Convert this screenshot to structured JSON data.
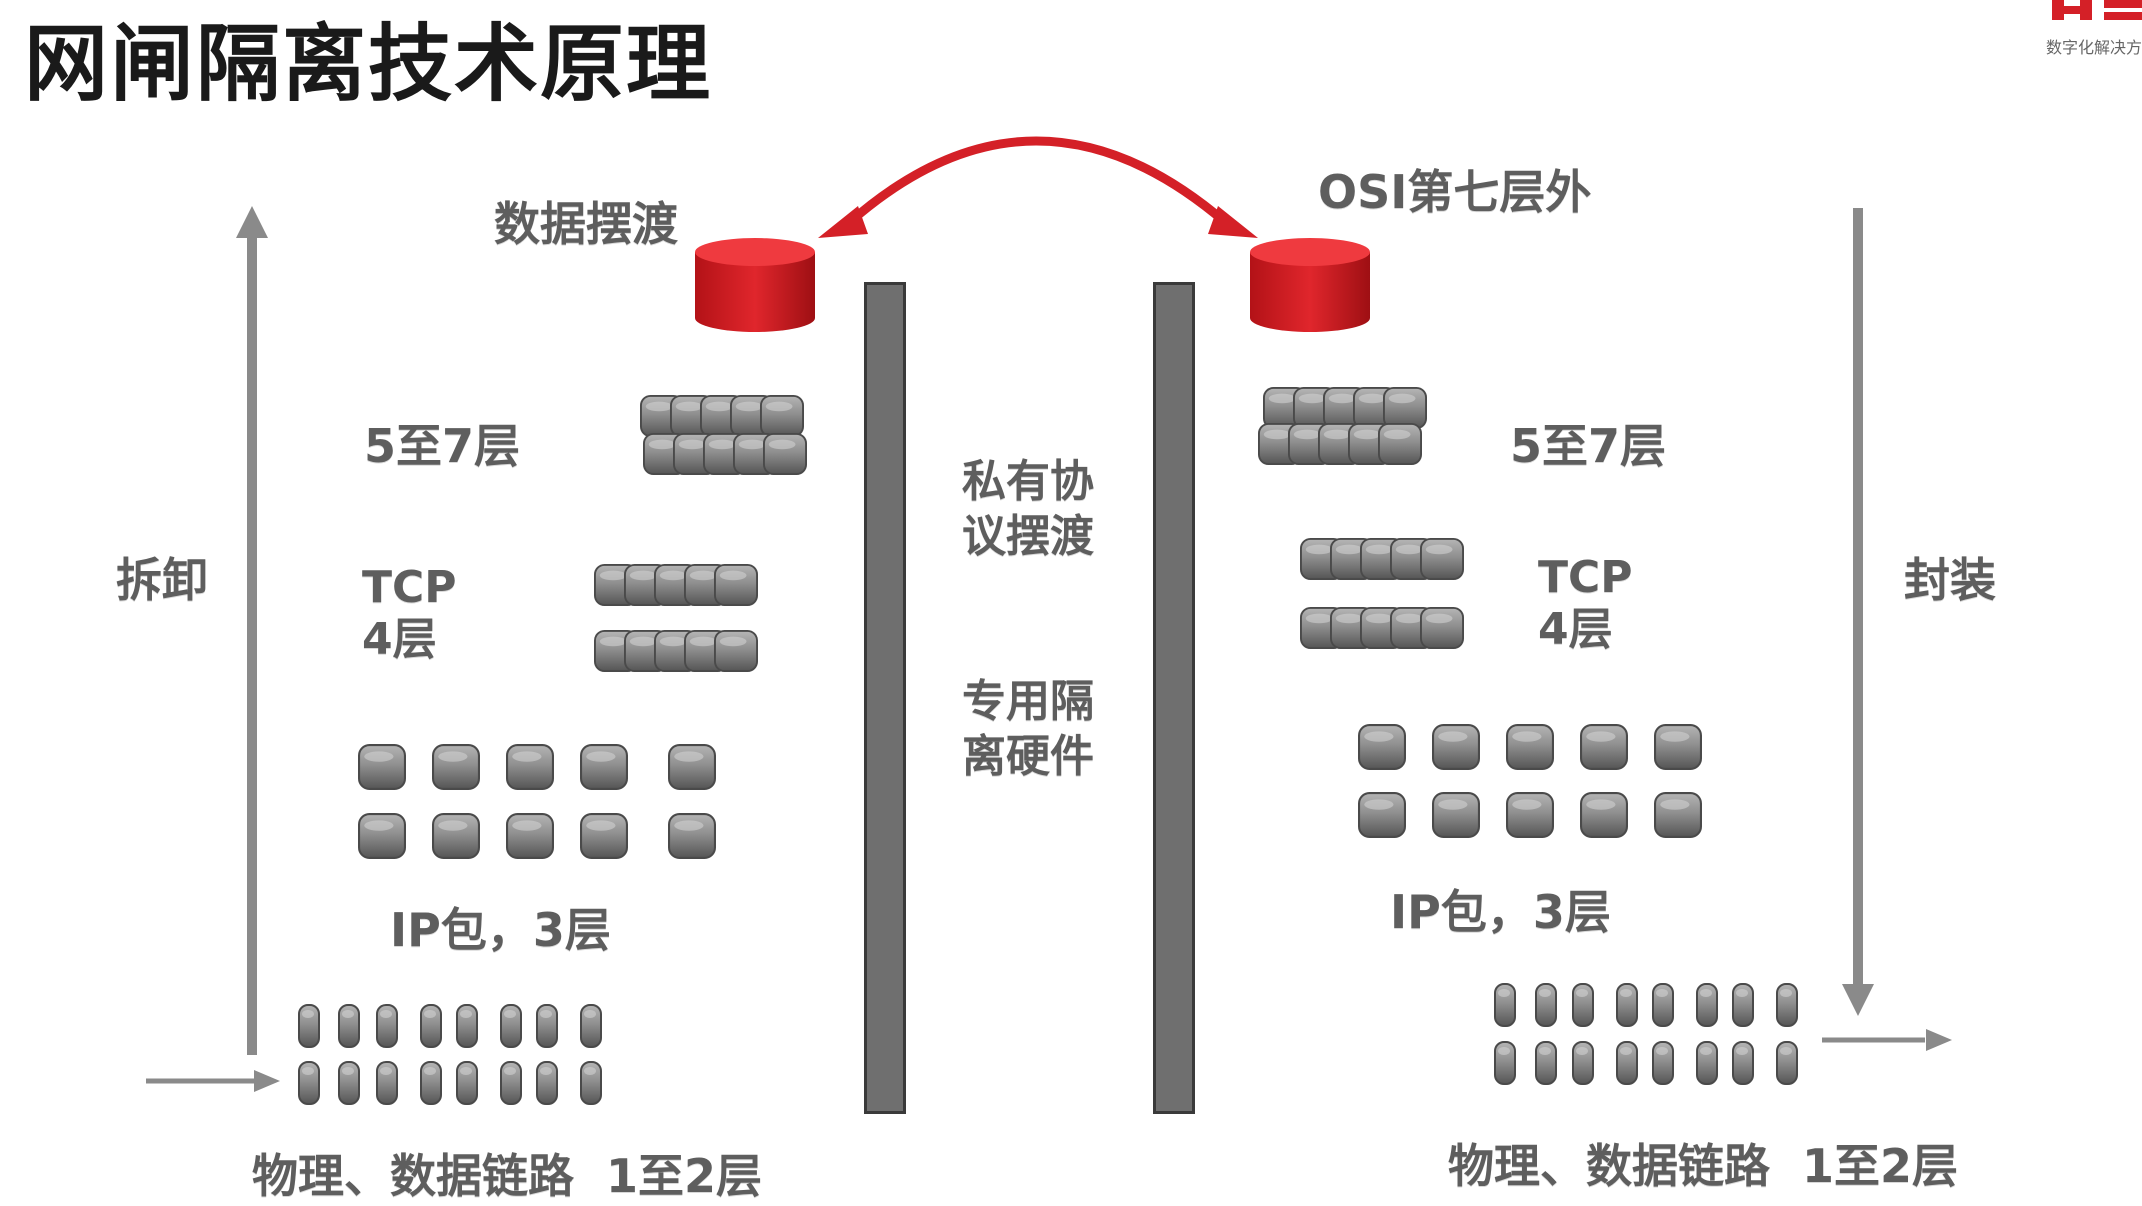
{
  "title": "网闸隔离技术原理",
  "brand": {
    "text": "数字化解决方",
    "color": "#d42027"
  },
  "labels": {
    "data_ferry": "数据摆渡",
    "osi_outside": "OSI第七层外",
    "layers_5_7_left": "5至7层",
    "layers_5_7_right": "5至7层",
    "tcp_left": [
      "TCP",
      "4层"
    ],
    "tcp_right": [
      "TCP",
      "4层"
    ],
    "ip_left": "IP包，3层",
    "ip_right": "IP包，3层",
    "phys_left": "物理、数据链路  1至2层",
    "phys_right": "物理、数据链路  1至2层",
    "unpack": "拆卸",
    "pack": "封装",
    "private_protocol": [
      "私有协",
      "议摆渡"
    ],
    "dedicated_hardware": [
      "专用隔",
      "离硬件"
    ]
  },
  "colors": {
    "accent_red": "#d42027",
    "arrow_gray": "#8a8a8a",
    "block_gray": "#8c8c8c",
    "wall_gray": "#6f6f6f"
  },
  "icons": {
    "storage": "red-cylinder-icon",
    "packet": "gray-data-block-icon"
  }
}
